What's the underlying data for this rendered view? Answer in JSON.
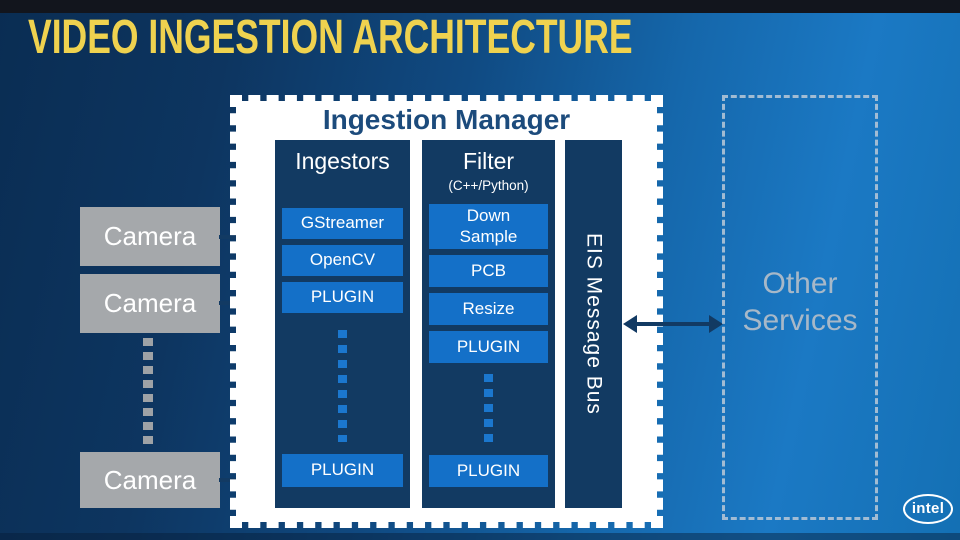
{
  "slide": {
    "title": "VIDEO INGESTION ARCHITECTURE"
  },
  "manager": {
    "title": "Ingestion Manager",
    "ingestors": {
      "header": "Ingestors",
      "blocks": [
        "GStreamer",
        "OpenCV",
        "PLUGIN"
      ],
      "bottom_block": "PLUGIN"
    },
    "filter": {
      "header": "Filter",
      "subheader": "(C++/Python)",
      "blocks": [
        "Down\nSample",
        "PCB",
        "Resize",
        "PLUGIN"
      ],
      "bottom_block": "PLUGIN"
    },
    "message_bus": {
      "label": "EIS Message Bus"
    }
  },
  "cameras": {
    "labels": [
      "Camera",
      "Camera",
      "Camera"
    ]
  },
  "other_services": {
    "label": "Other Services"
  },
  "branding": {
    "logo_text": "intel"
  },
  "colors": {
    "title_yellow": "#EFD24F",
    "column_navy": "#123A62",
    "block_blue": "#1470C8",
    "camera_gray": "#A5A8AB",
    "arrow_navy": "#123A63",
    "panel_white": "#FFFFFF",
    "other_services_text": "#A7B8C8",
    "background_left": "#0A2D53",
    "background_right": "#1B79C4"
  }
}
